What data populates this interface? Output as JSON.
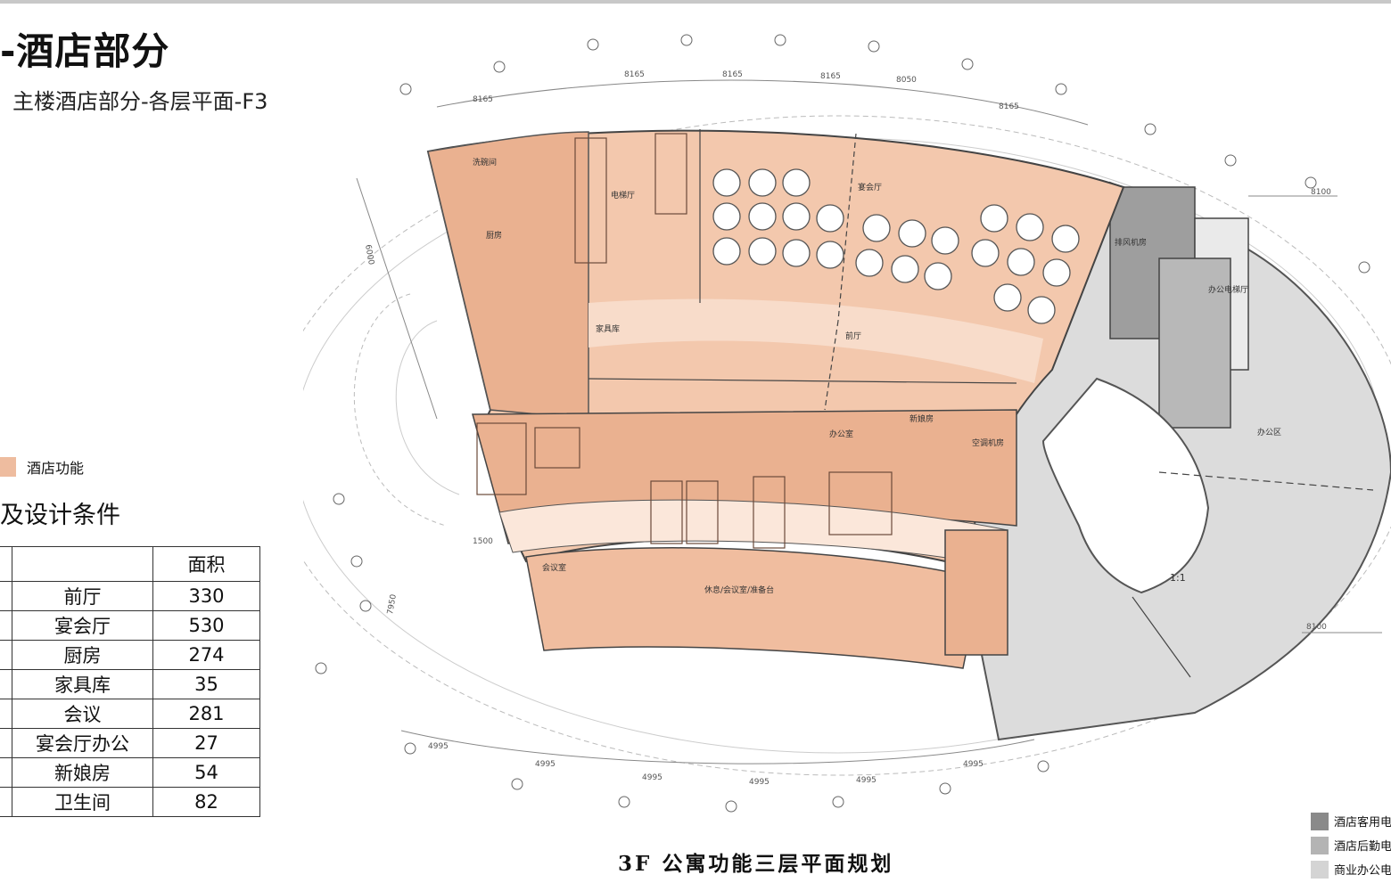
{
  "header": {
    "title": "-酒店部分",
    "subtitle": "主楼酒店部分-各层平面-F3"
  },
  "legend": {
    "hotel_function": "酒店功能",
    "color": "#eebc9f"
  },
  "area_section": {
    "heading": "及设计条件",
    "column_header": "面积",
    "rows": [
      {
        "name": "前厅",
        "area": "330"
      },
      {
        "name": "宴会厅",
        "area": "530"
      },
      {
        "name": "厨房",
        "area": "274"
      },
      {
        "name": "家具库",
        "area": "35"
      },
      {
        "name": "会议",
        "area": "281"
      },
      {
        "name": "宴会厅办公",
        "area": "27"
      },
      {
        "name": "新娘房",
        "area": "54"
      },
      {
        "name": "卫生间",
        "area": "82"
      }
    ]
  },
  "plan": {
    "caption": "3F 公寓功能三层平面规划",
    "dimensions": {
      "top_8165": "8165",
      "top_8050": "8050",
      "right_8100": "8100",
      "bottom_4995": "4995",
      "left_6000": "6000",
      "left_7950": "7950",
      "left_1500": "1500"
    },
    "rooms": {
      "kitchen_wash": "洗碗间",
      "kitchen": "厨房",
      "elevator_lobby": "电梯厅",
      "furniture_store": "家具库",
      "banquet_hall": "宴会厅",
      "foyer": "前厅",
      "bridal_room": "新娘房",
      "office": "办公室",
      "ac_room": "空调机房",
      "meeting_room": "会议室",
      "lounge": "休息/会议室/准备台",
      "fan_room": "排风机房",
      "office_elevator_lobby": "办公电梯厅",
      "office_area": "办公区",
      "ratio": "1:1"
    },
    "legend_items": [
      {
        "label": "酒店客用电",
        "color": "#8a8a8a"
      },
      {
        "label": "酒店后勤电",
        "color": "#b4b4b4"
      },
      {
        "label": "商业办公电",
        "color": "#d4d4d4"
      }
    ]
  }
}
